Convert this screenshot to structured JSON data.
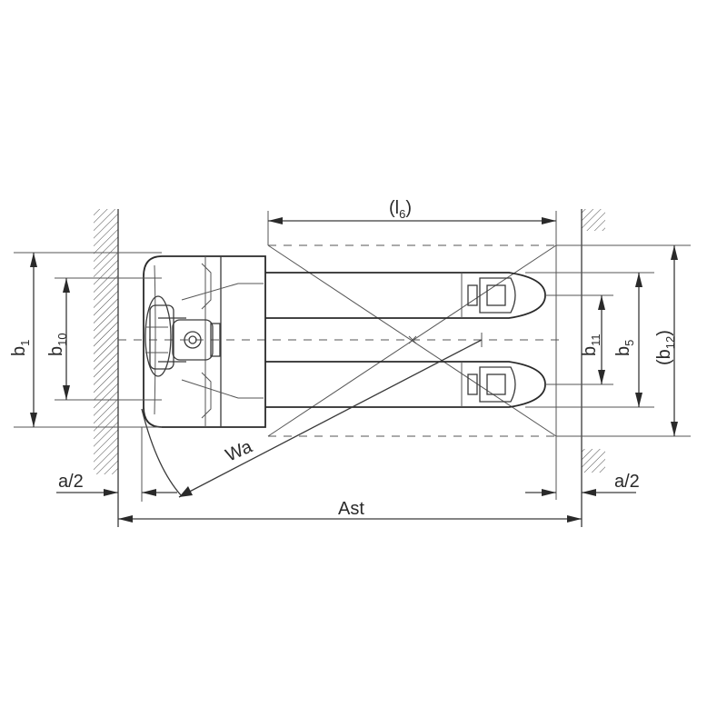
{
  "labels": {
    "l6": {
      "open": "(l",
      "sub": "6",
      "close": ")"
    },
    "b1": {
      "main": "b",
      "sub": "1"
    },
    "b10": {
      "main": "b",
      "sub": "10"
    },
    "b11": {
      "main": "b",
      "sub": "11"
    },
    "b5": {
      "main": "b",
      "sub": "5"
    },
    "b12": {
      "open": "(b",
      "sub": "12",
      "close": ")"
    },
    "wa": "Wa",
    "a2_left": "a/2",
    "a2_right": "a/2",
    "ast": "Ast"
  }
}
